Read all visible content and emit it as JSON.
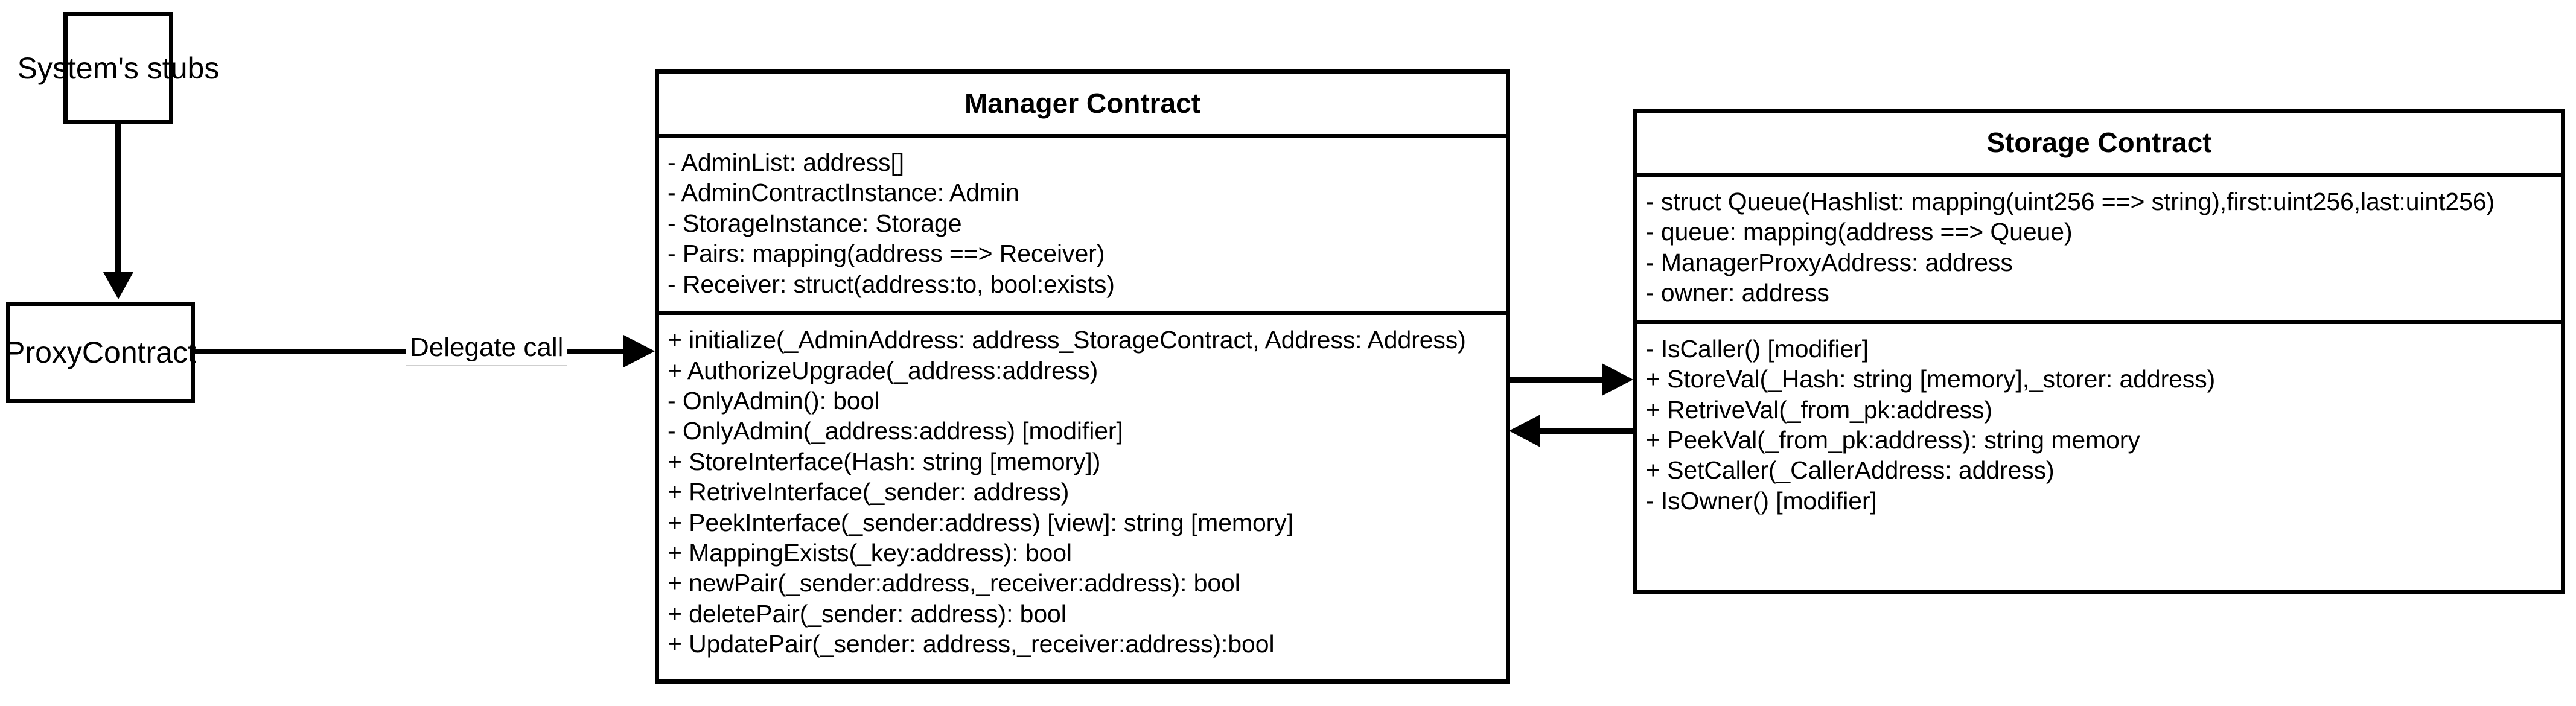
{
  "diagram": {
    "title": "Smart contract UML class diagram",
    "background_color": "#ffffff",
    "line_color": "#000000"
  },
  "nodes": {
    "system_stubs": {
      "label": "System's stubs"
    },
    "proxy_contract": {
      "label": "ProxyContract"
    },
    "manager_contract": {
      "title": "Manager Contract",
      "attributes": [
        "- AdminList: address[]",
        "- AdminContractInstance: Admin",
        "- StorageInstance: Storage",
        "- Pairs: mapping(address ==> Receiver)",
        "- Receiver: struct(address:to, bool:exists)"
      ],
      "methods": [
        "+ initialize(_AdminAddress: address_StorageContract, Address: Address)",
        "+ AuthorizeUpgrade(_address:address)",
        "- OnlyAdmin(): bool",
        "- OnlyAdmin(_address:address) [modifier]",
        "+ StoreInterface(Hash: string [memory])",
        "+ RetriveInterface(_sender: address)",
        "+ PeekInterface(_sender:address) [view]: string [memory]",
        "+ MappingExists(_key:address): bool",
        "+ newPair(_sender:address,_receiver:address): bool",
        "+ deletePair(_sender: address): bool",
        "+ UpdatePair(_sender: address,_receiver:address):bool"
      ]
    },
    "storage_contract": {
      "title": "Storage Contract",
      "attributes": [
        "- struct Queue(Hashlist: mapping(uint256 ==> string),first:uint256,last:uint256)",
        "- queue: mapping(address ==> Queue)",
        "- ManagerProxyAddress: address",
        "- owner: address"
      ],
      "methods": [
        "- IsCaller() [modifier]",
        "+ StoreVal(_Hash: string [memory],_storer: address)",
        "+ RetriveVal(_from_pk:address)",
        "+ PeekVal(_from_pk:address): string memory",
        "+ SetCaller(_CallerAddress: address)",
        "- IsOwner() [modifier]"
      ]
    }
  },
  "edges": {
    "stubs_to_proxy": {
      "label": "",
      "direction": "down"
    },
    "proxy_to_manager": {
      "label": "Delegate call",
      "direction": "right"
    },
    "manager_to_storage": {
      "label": "",
      "direction": "right"
    },
    "storage_to_manager": {
      "label": "",
      "direction": "left"
    }
  }
}
